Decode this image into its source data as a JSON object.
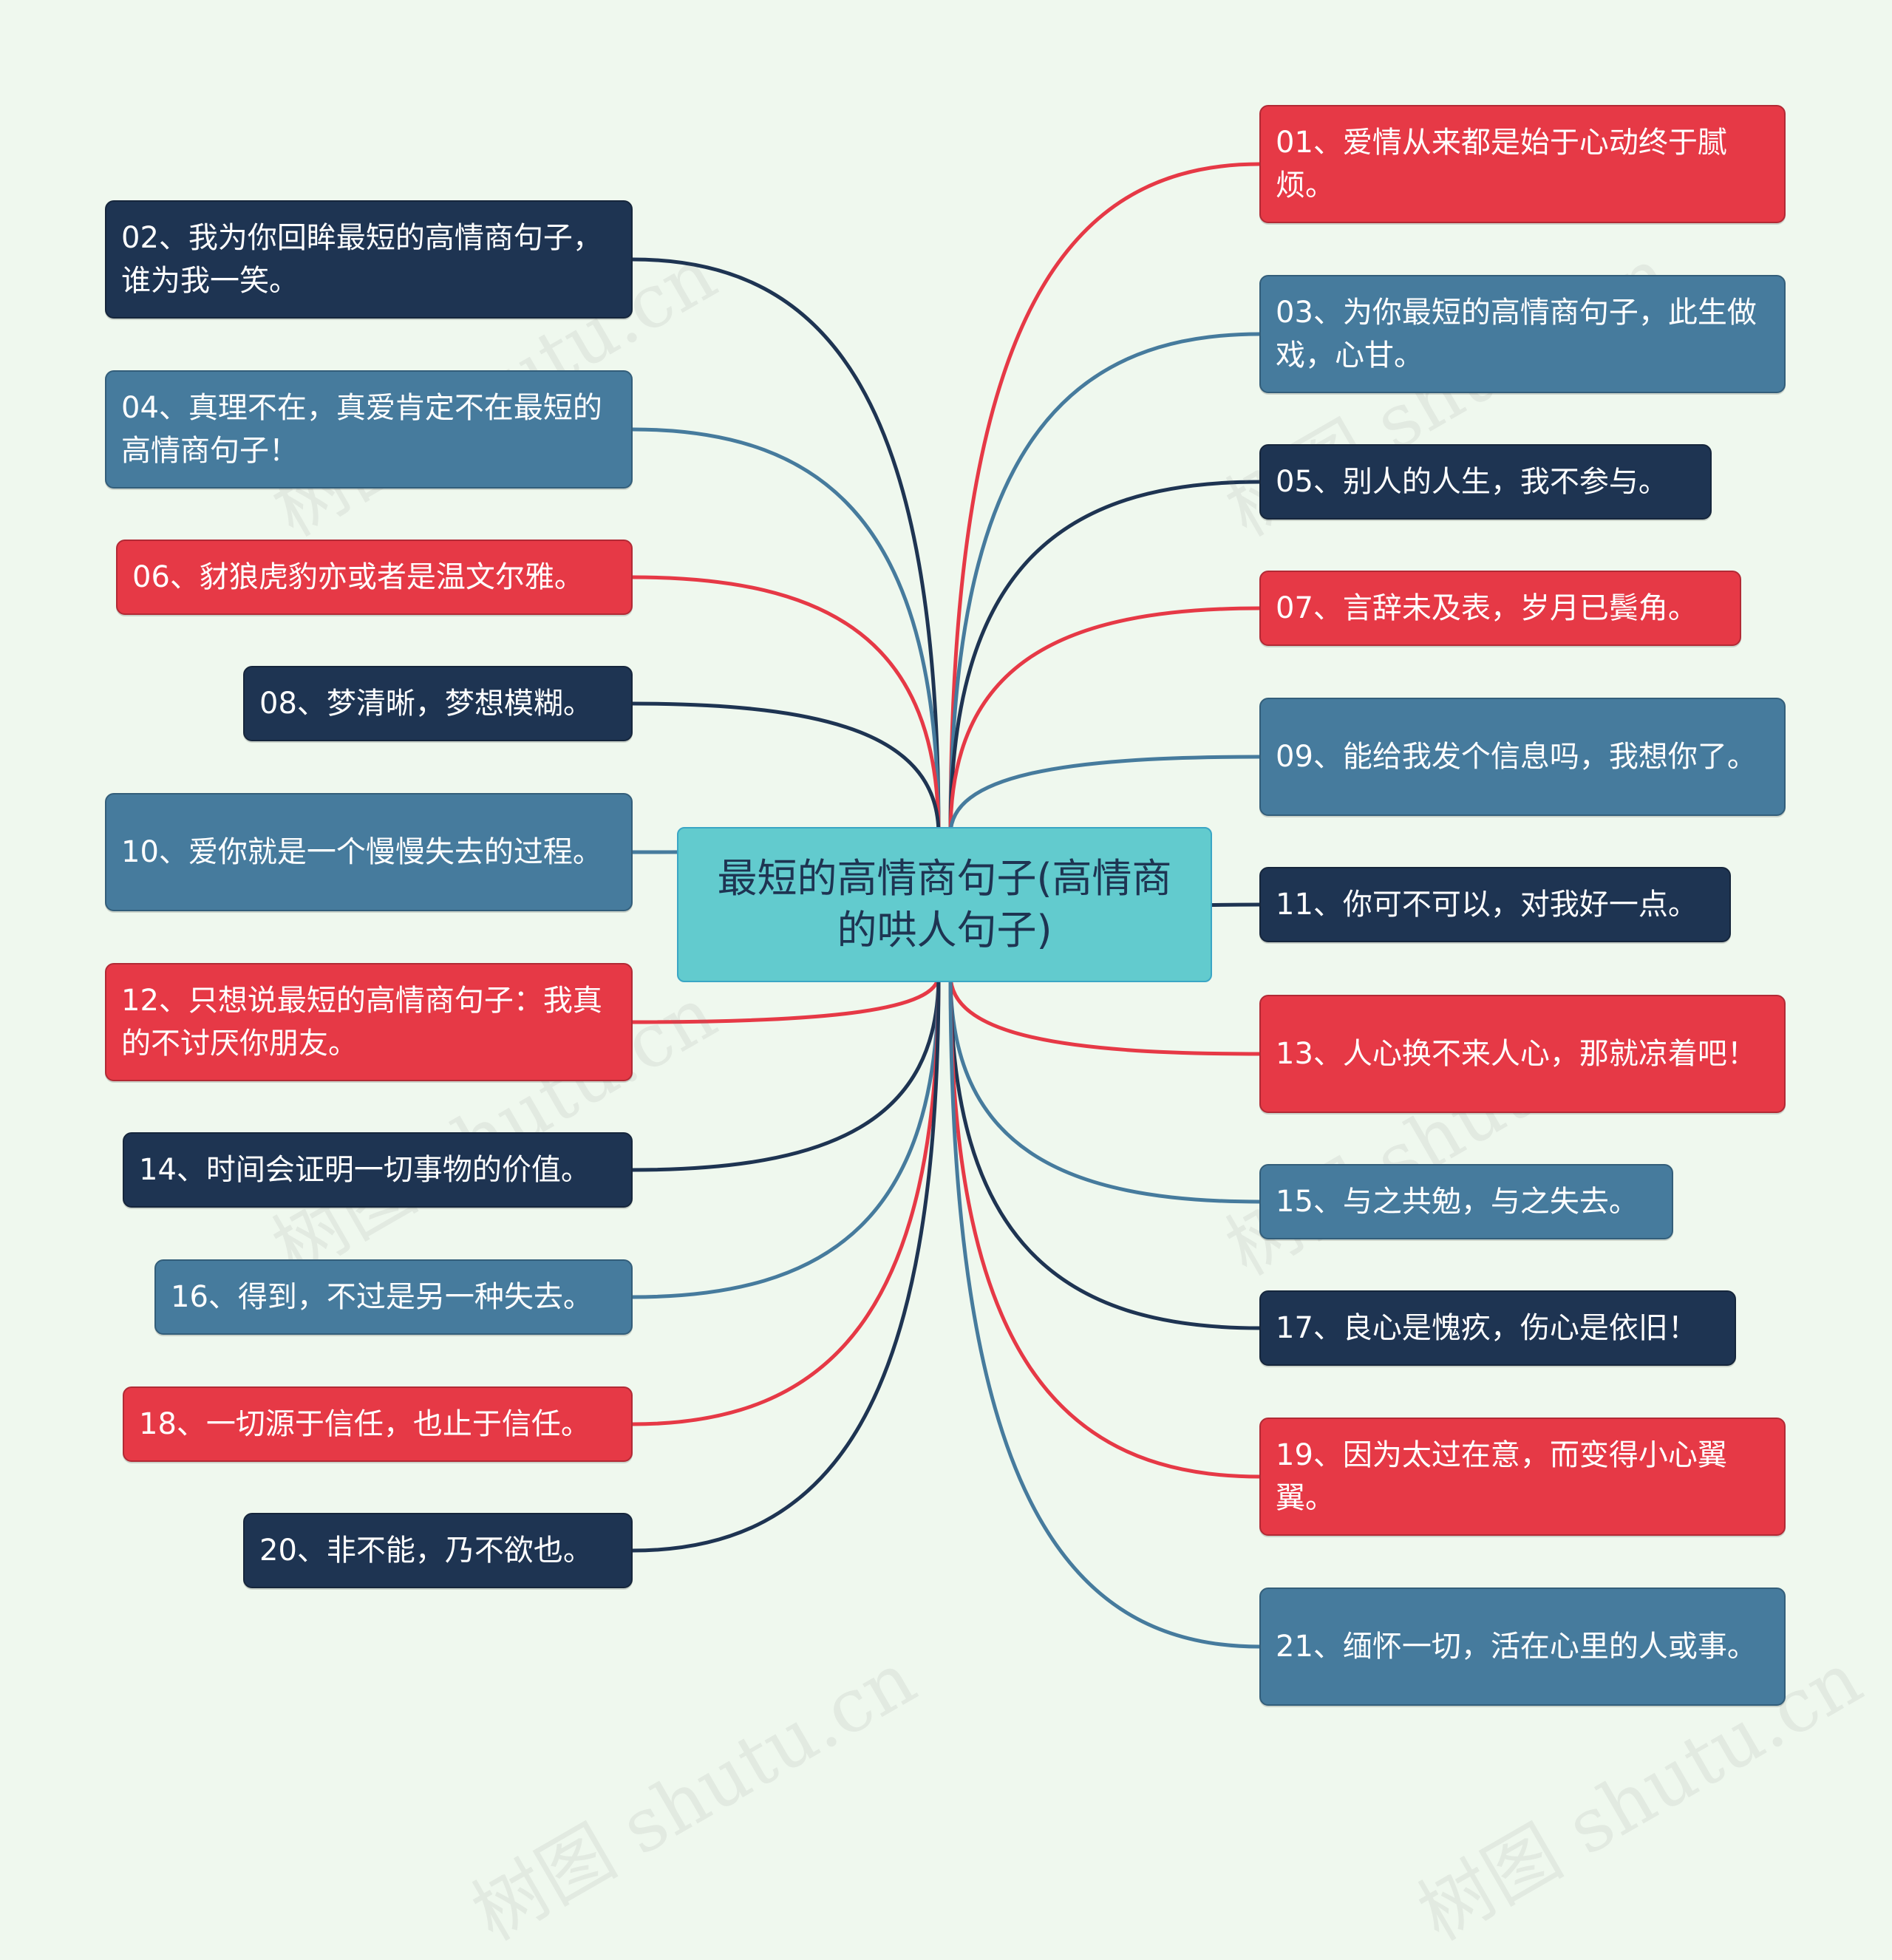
{
  "center": {
    "title": "最短的高情商句子(高情商的哄人句子)"
  },
  "colors": {
    "navy": "#1e3452",
    "blue": "#467b9d",
    "red": "#e63946",
    "center": "#62cbce",
    "background": "#eff8ee"
  },
  "watermark": "树图 shutu.cn",
  "nodes": [
    {
      "id": "n01",
      "text": "01、爱情从来都是始于心动终于腻烦。",
      "color": "red"
    },
    {
      "id": "n02",
      "text": "02、我为你回眸最短的高情商句子，谁为我一笑。",
      "color": "navy"
    },
    {
      "id": "n03",
      "text": "03、为你最短的高情商句子，此生做戏，心甘。",
      "color": "blue"
    },
    {
      "id": "n04",
      "text": "04、真理不在，真爱肯定不在最短的高情商句子！",
      "color": "blue"
    },
    {
      "id": "n05",
      "text": "05、别人的人生，我不参与。",
      "color": "navy"
    },
    {
      "id": "n06",
      "text": "06、豺狼虎豹亦或者是温文尔雅。",
      "color": "red"
    },
    {
      "id": "n07",
      "text": "07、言辞未及表，岁月已鬓角。",
      "color": "red"
    },
    {
      "id": "n08",
      "text": "08、梦清晰，梦想模糊。",
      "color": "navy"
    },
    {
      "id": "n09",
      "text": "09、能给我发个信息吗，我想你了。",
      "color": "blue"
    },
    {
      "id": "n10",
      "text": "10、爱你就是一个慢慢失去的过程。",
      "color": "blue"
    },
    {
      "id": "n11",
      "text": "11、你可不可以，对我好一点。",
      "color": "navy"
    },
    {
      "id": "n12",
      "text": "12、只想说最短的高情商句子：我真的不讨厌你朋友。",
      "color": "red"
    },
    {
      "id": "n13",
      "text": "13、人心换不来人心，那就凉着吧！",
      "color": "red"
    },
    {
      "id": "n14",
      "text": "14、时间会证明一切事物的价值。",
      "color": "navy"
    },
    {
      "id": "n15",
      "text": "15、与之共勉，与之失去。",
      "color": "blue"
    },
    {
      "id": "n16",
      "text": "16、得到，不过是另一种失去。",
      "color": "blue"
    },
    {
      "id": "n17",
      "text": "17、良心是愧疚，伤心是依旧！",
      "color": "navy"
    },
    {
      "id": "n18",
      "text": "18、一切源于信任，也止于信任。",
      "color": "red"
    },
    {
      "id": "n19",
      "text": "19、因为太过在意，而变得小心翼翼。",
      "color": "red"
    },
    {
      "id": "n20",
      "text": "20、非不能，乃不欲也。",
      "color": "navy"
    },
    {
      "id": "n21",
      "text": "21、缅怀一切，活在心里的人或事。",
      "color": "blue"
    }
  ]
}
